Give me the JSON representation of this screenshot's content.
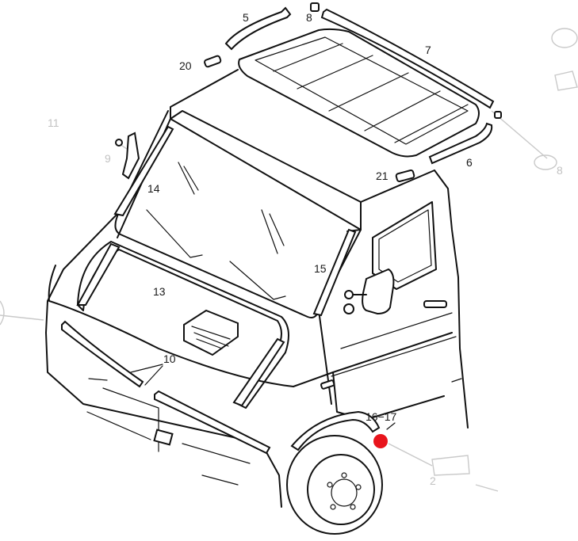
{
  "diagram": {
    "labels": {
      "l5": "5",
      "l8a": "8",
      "l7": "7",
      "l20": "20",
      "l11": "11",
      "l9": "9",
      "l6": "6",
      "l8b": "8",
      "l21": "21",
      "l14": "14",
      "l15": "15",
      "l13": "13",
      "l10": "10",
      "l1617": "16−17",
      "l2": "2"
    },
    "marker_color": "#e8141c"
  }
}
